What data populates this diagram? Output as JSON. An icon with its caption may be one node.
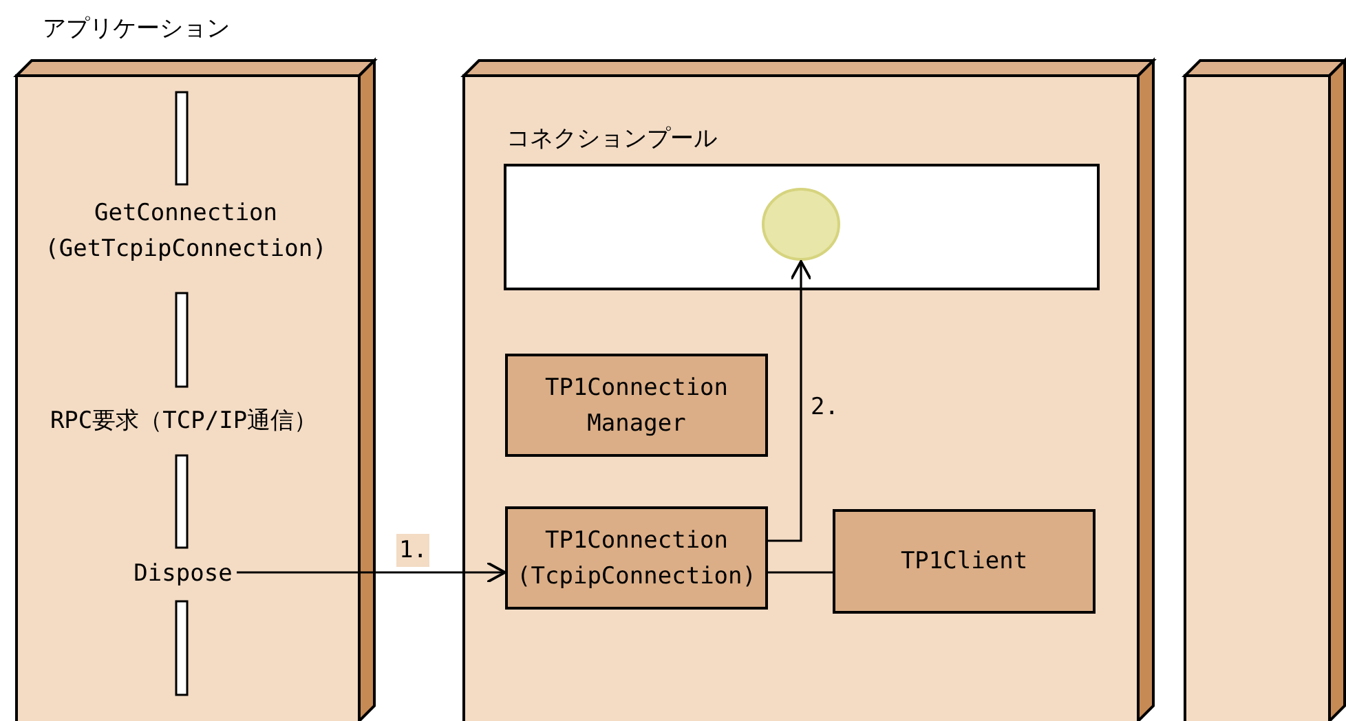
{
  "diagram": {
    "nodes": [
      {
        "text": [
          "アプリケーション",
          "GetConnection (GetTcpipConnection)",
          "RPC要求（TCP/IP通信）"
        ]
      },
      {
        "text": [],
        "shape": "box"
      },
      {
        "text": [],
        "shape": "box"
      },
      {
        "text": [
          "Dispose"
        ],
        "in": 0
      },
      {
        "text": [
          "コネクションプール"
        ],
        "in": 1
      },
      {
        "text": [],
        "shape": "circle",
        "in": 4
      },
      {
        "text": [
          "TP1Connection Manager"
        ],
        "in": 1
      },
      {
        "text": [
          "TP1Connection (TcpipConnection)"
        ],
        "in": 1
      },
      {
        "text": [
          "TP1Client"
        ],
        "in": 1
      }
    ],
    "edges": [
      {
        "from": 3,
        "to": 7,
        "arrow": "to",
        "label": "1."
      },
      {
        "from": 7,
        "to": 5,
        "arrow": "to",
        "label": "2."
      },
      {
        "from": 7,
        "to": 8,
        "arrow": "none"
      }
    ]
  }
}
